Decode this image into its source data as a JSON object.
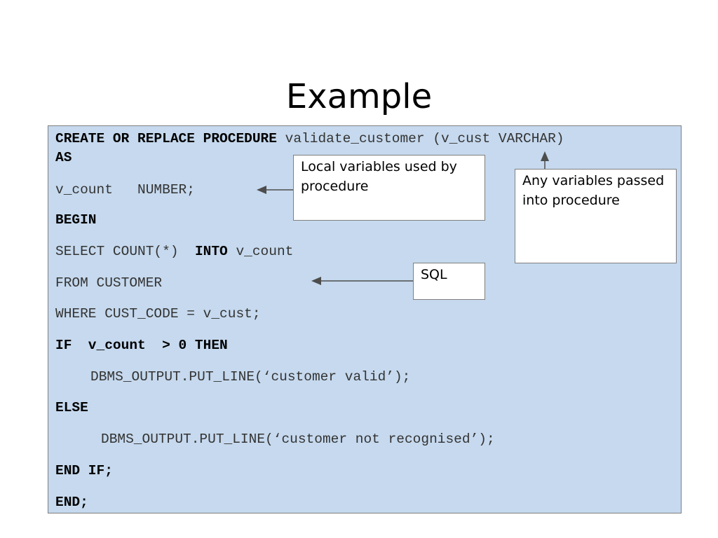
{
  "title": "Example",
  "code": {
    "l1_kw": "CREATE OR REPLACE PROCEDURE",
    "l1_rest": " validate_customer (v_cust VARCHAR)",
    "l2": "AS",
    "l3": "v_count   NUMBER;",
    "l4": "BEGIN",
    "l5_a": "SELECT COUNT(*)  ",
    "l5_kw": "INTO",
    "l5_b": " v_count",
    "l6": "FROM CUSTOMER",
    "l7": "WHERE CUST_CODE = v_cust;",
    "l8": "IF  v_count  > 0 THEN",
    "l9": "DBMS_OUTPUT.PUT_LINE(‘customer valid’);",
    "l10": "ELSE",
    "l11": "DBMS_OUTPUT.PUT_LINE(‘customer not recognised’);",
    "l12": "END IF;",
    "l13": "END;"
  },
  "notes": {
    "local_vars": "Local variables used by procedure",
    "passed_vars": "Any variables passed into procedure",
    "sql": "SQL"
  }
}
